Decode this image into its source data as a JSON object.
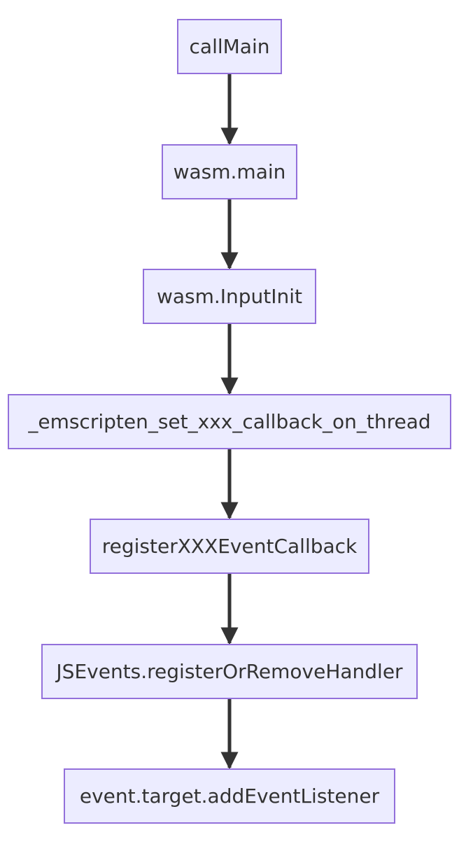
{
  "diagram": {
    "type": "flowchart",
    "direction": "top-to-bottom",
    "colors": {
      "node_fill": "#ececff",
      "node_border": "#9370db",
      "edge": "#333333",
      "text": "#333333"
    },
    "nodes": [
      {
        "id": "n1",
        "label": "callMain"
      },
      {
        "id": "n2",
        "label": "wasm.main"
      },
      {
        "id": "n3",
        "label": "wasm.InputInit"
      },
      {
        "id": "n4",
        "label": "_emscripten_set_xxx_callback_on_thread"
      },
      {
        "id": "n5",
        "label": "registerXXXEventCallback"
      },
      {
        "id": "n6",
        "label": "JSEvents.registerOrRemoveHandler"
      },
      {
        "id": "n7",
        "label": "event.target.addEventListener"
      }
    ],
    "edges": [
      {
        "from": "n1",
        "to": "n2"
      },
      {
        "from": "n2",
        "to": "n3"
      },
      {
        "from": "n3",
        "to": "n4"
      },
      {
        "from": "n4",
        "to": "n5"
      },
      {
        "from": "n5",
        "to": "n6"
      },
      {
        "from": "n6",
        "to": "n7"
      }
    ]
  }
}
